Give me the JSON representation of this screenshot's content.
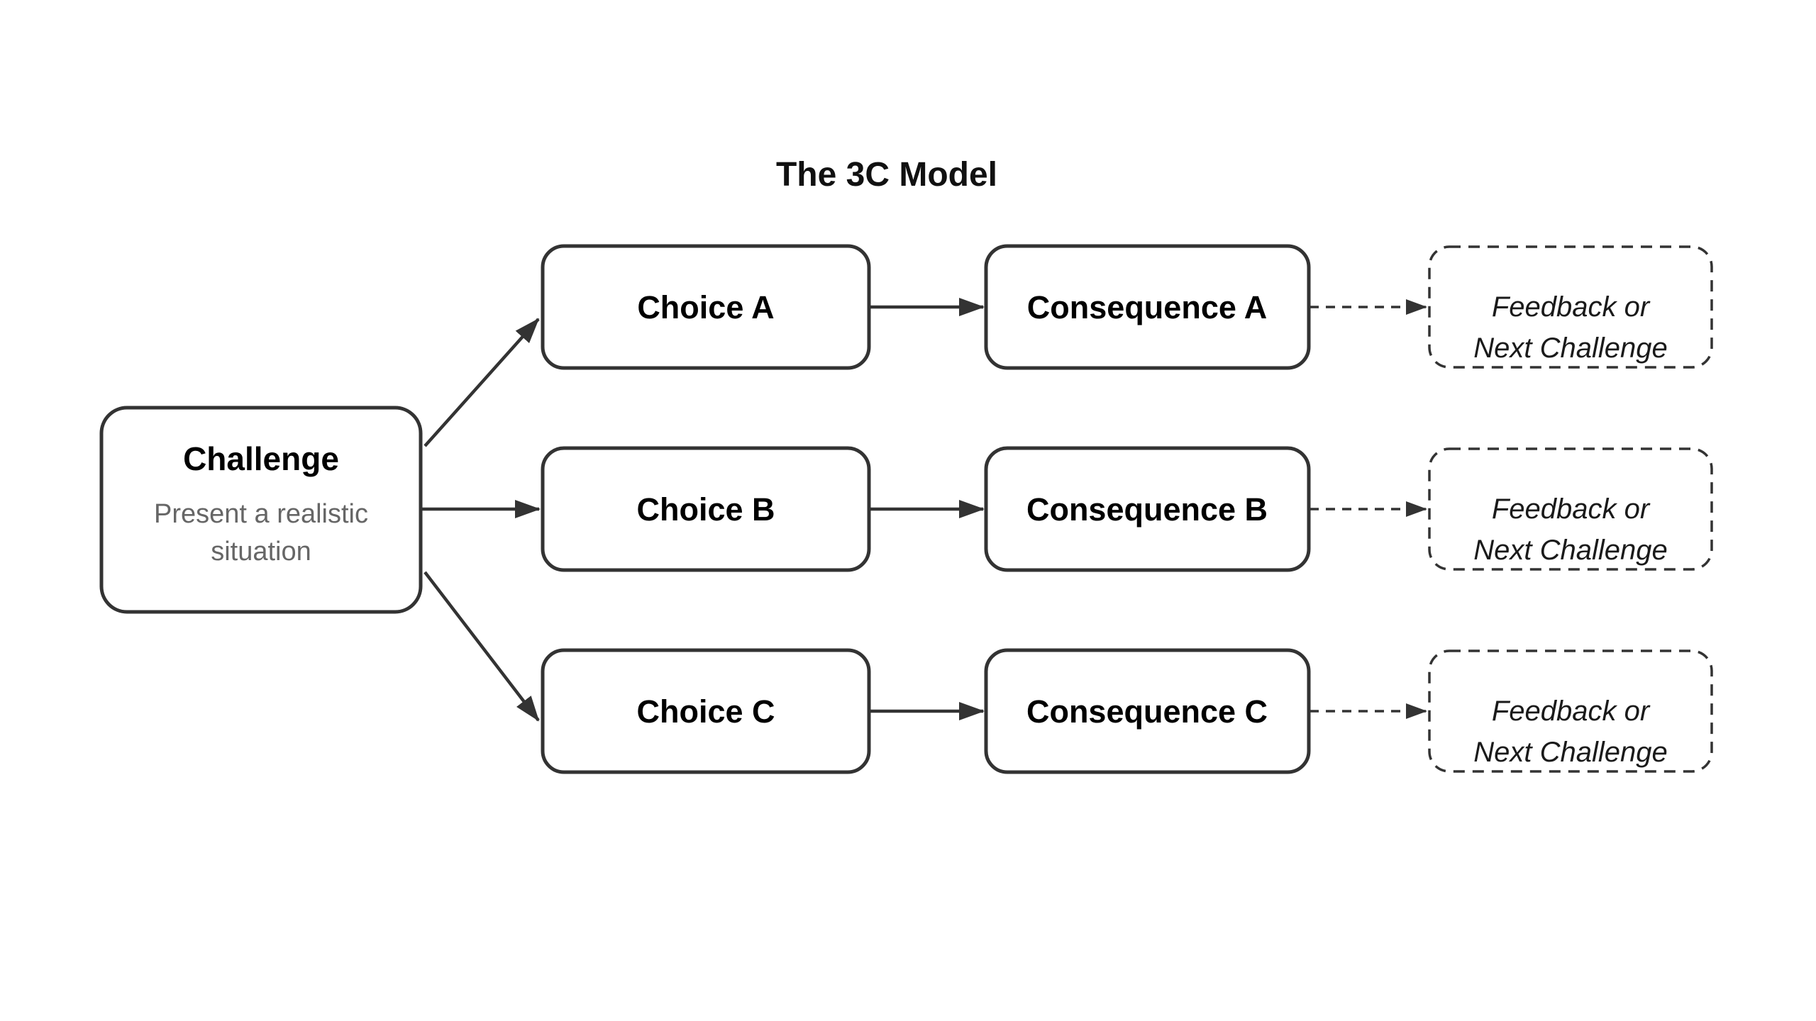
{
  "title": "The 3C Model",
  "challenge": {
    "label": "Challenge",
    "subtitle_lines": [
      "Present a realistic",
      "situation"
    ]
  },
  "rows": [
    {
      "choice_label": "Choice A",
      "consequence_label": "Consequence A",
      "feedback_lines": [
        "Feedback or",
        "Next Challenge"
      ]
    },
    {
      "choice_label": "Choice B",
      "consequence_label": "Consequence B",
      "feedback_lines": [
        "Feedback or",
        "Next Challenge"
      ]
    },
    {
      "choice_label": "Choice C",
      "consequence_label": "Consequence C",
      "feedback_lines": [
        "Feedback or",
        "Next Challenge"
      ]
    }
  ],
  "colors": {
    "border": "#333333",
    "label_text": "#000000",
    "subtitle_text": "#666666",
    "feedback_text": "#1a1a1a",
    "background": "#ffffff"
  }
}
